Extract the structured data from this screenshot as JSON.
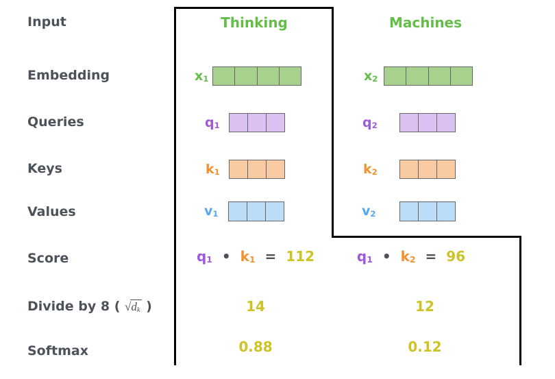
{
  "colors": {
    "dark_text": "#4c525a",
    "green_text": "#62be46",
    "green_fill": "#a9d18e",
    "purple_text": "#a159db",
    "purple_fill": "#d9c2f2",
    "orange_text": "#f0922d",
    "orange_fill": "#f8cba2",
    "blue_text": "#57a7f2",
    "blue_fill": "#bbddf8",
    "yellow_text": "#cdc327"
  },
  "row_labels": {
    "input": "Input",
    "embedding": "Embedding",
    "queries": "Queries",
    "keys": "Keys",
    "values": "Values",
    "score": "Score",
    "softmax": "Softmax"
  },
  "divide_label": {
    "prefix": "Divide by 8 ( ",
    "radical": "√",
    "radicand": "d",
    "radicand_sub": "k",
    "suffix": " )"
  },
  "words": [
    {
      "header": "Thinking",
      "embedding": {
        "label": "x",
        "sub": "1",
        "cells": 4,
        "fill": "green_fill"
      },
      "query": {
        "label": "q",
        "sub": "1",
        "cells": 3,
        "fill": "purple_fill"
      },
      "key": {
        "label": "k",
        "sub": "1",
        "cells": 3,
        "fill": "orange_fill"
      },
      "value": {
        "label": "v",
        "sub": "1",
        "cells": 3,
        "fill": "blue_fill"
      },
      "score": {
        "q": "q",
        "q_sub": "1",
        "dot": "•",
        "k": "k",
        "k_sub": "1",
        "eq": "=",
        "result": "112"
      },
      "divided": "14",
      "softmax": "0.88"
    },
    {
      "header": "Machines",
      "embedding": {
        "label": "x",
        "sub": "2",
        "cells": 4,
        "fill": "green_fill"
      },
      "query": {
        "label": "q",
        "sub": "2",
        "cells": 3,
        "fill": "purple_fill"
      },
      "key": {
        "label": "k",
        "sub": "2",
        "cells": 3,
        "fill": "orange_fill"
      },
      "value": {
        "label": "v",
        "sub": "2",
        "cells": 3,
        "fill": "blue_fill"
      },
      "score": {
        "q": "q",
        "q_sub": "1",
        "dot": "•",
        "k": "k",
        "k_sub": "2",
        "eq": "=",
        "result": "96"
      },
      "divided": "12",
      "softmax": "0.12"
    }
  ]
}
